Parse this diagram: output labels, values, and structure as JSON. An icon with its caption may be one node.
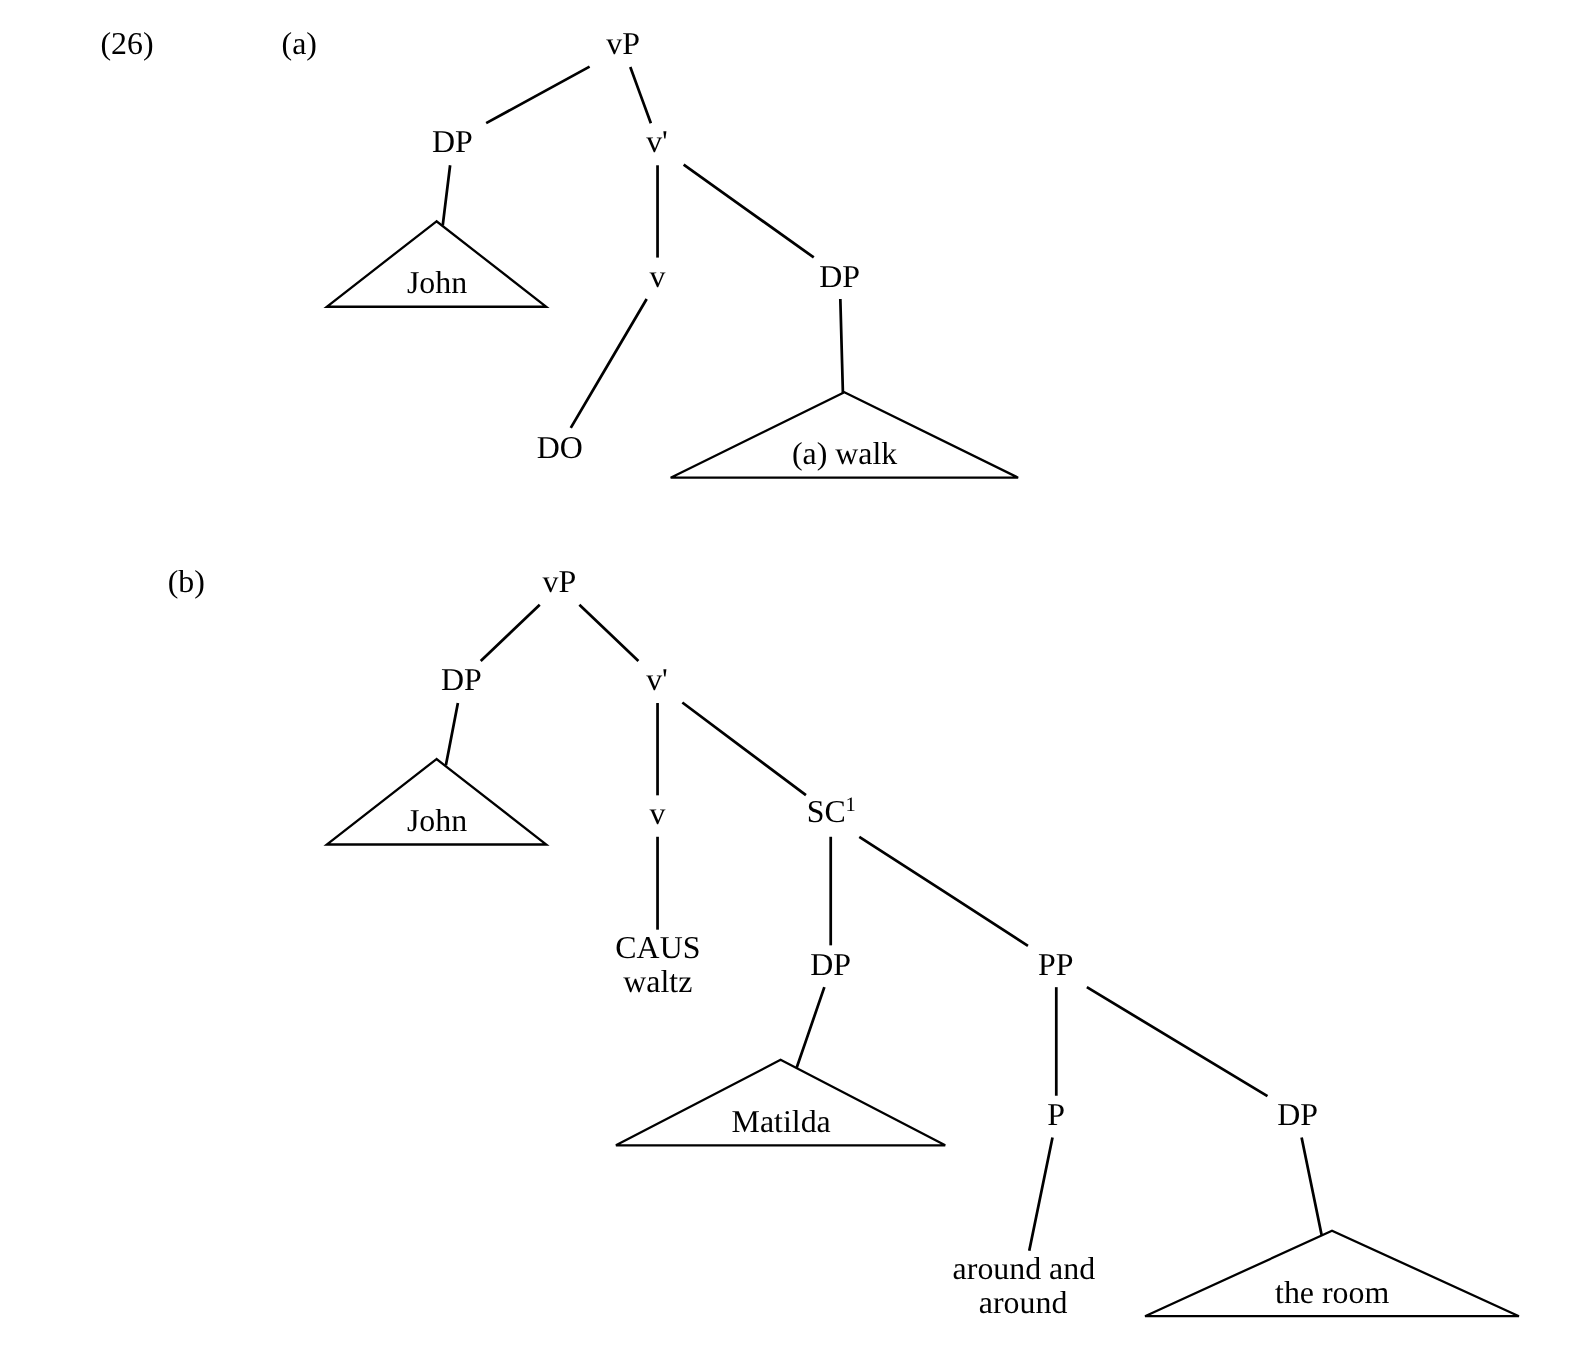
{
  "diagram": {
    "nodes": [
      {
        "text": [
          "vP"
        ]
      },
      {
        "text": [
          "DP"
        ]
      },
      {
        "text": [
          "v'"
        ]
      },
      {
        "text": [
          "John"
        ]
      },
      {
        "text": [
          "v"
        ]
      },
      {
        "text": [
          "DP"
        ]
      },
      {
        "text": [
          "DO"
        ]
      },
      {
        "text": [
          "(a) walk"
        ]
      },
      {
        "text": [
          "vP"
        ]
      },
      {
        "text": [
          "DP"
        ]
      },
      {
        "text": [
          "v'"
        ]
      },
      {
        "text": [
          "John"
        ]
      },
      {
        "text": [
          "v"
        ]
      },
      {
        "text": [
          "SC$^{1}$"
        ]
      },
      {
        "text": [
          "CAUS waltz"
        ]
      },
      {
        "text": [
          "DP"
        ]
      },
      {
        "text": [
          "PP"
        ]
      },
      {
        "text": [
          "Matilda"
        ]
      },
      {
        "text": [
          "P"
        ]
      },
      {
        "text": [
          "DP"
        ]
      },
      {
        "text": [
          "around and around"
        ]
      },
      {
        "text": [
          "the room"
        ]
      }
    ],
    "edges": [
      {
        "from": 0,
        "to": 1,
        "arrow": "none"
      },
      {
        "from": 0,
        "to": 2,
        "arrow": "none"
      },
      {
        "from": 1,
        "to": 3,
        "arrow": "none"
      },
      {
        "from": 2,
        "to": 4,
        "arrow": "none"
      },
      {
        "from": 2,
        "to": 5,
        "arrow": "none"
      },
      {
        "from": 4,
        "to": 6,
        "arrow": "none"
      },
      {
        "from": 5,
        "to": 7,
        "arrow": "none"
      },
      {
        "from": 8,
        "to": 9,
        "arrow": "none"
      },
      {
        "from": 8,
        "to": 10,
        "arrow": "none"
      },
      {
        "from": 9,
        "to": 11,
        "arrow": "none"
      },
      {
        "from": 10,
        "to": 12,
        "arrow": "none"
      },
      {
        "from": 10,
        "to": 13,
        "arrow": "none"
      },
      {
        "from": 12,
        "to": 14,
        "arrow": "none"
      },
      {
        "from": 13,
        "to": 15,
        "arrow": "none"
      },
      {
        "from": 13,
        "to": 16,
        "arrow": "none"
      },
      {
        "from": 15,
        "to": 17,
        "arrow": "none"
      },
      {
        "from": 16,
        "to": 18,
        "arrow": "none"
      },
      {
        "from": 16,
        "to": 19,
        "arrow": "none"
      },
      {
        "from": 18,
        "to": 20,
        "arrow": "none"
      },
      {
        "from": 19,
        "to": 21,
        "arrow": "none"
      }
    ],
    "labels": [
      "(26)",
      "(a)",
      "(b)"
    ]
  }
}
